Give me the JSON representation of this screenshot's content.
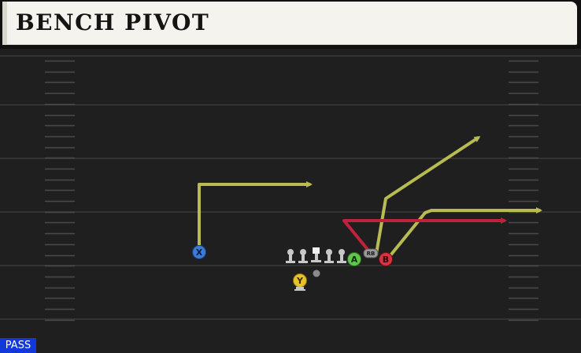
{
  "header": {
    "title": "BENCH PIVOT"
  },
  "play_type_badge": "PASS",
  "colors": {
    "field": "#1f1f1f",
    "yard_line": "#3a3a3a",
    "hash": "#4a4a4a",
    "route_yellow": "#b8bb52",
    "route_red": "#c0213c",
    "player_x": "#3b7bd8",
    "player_y": "#e6c22b",
    "player_a": "#5fc84a",
    "player_b": "#d8343f",
    "lineman": "#c8c8c8",
    "badge": "#1138d8"
  },
  "players": [
    {
      "label": "X",
      "role": "receiver",
      "color": "#3b7bd8"
    },
    {
      "label": "Y",
      "role": "receiver",
      "color": "#e6c22b"
    },
    {
      "label": "A",
      "role": "receiver",
      "color": "#5fc84a"
    },
    {
      "label": "B",
      "role": "receiver",
      "color": "#d8343f"
    },
    {
      "label": "RB",
      "role": "running-back",
      "color": "#9a9a9a"
    }
  ],
  "linemen_count": 5
}
